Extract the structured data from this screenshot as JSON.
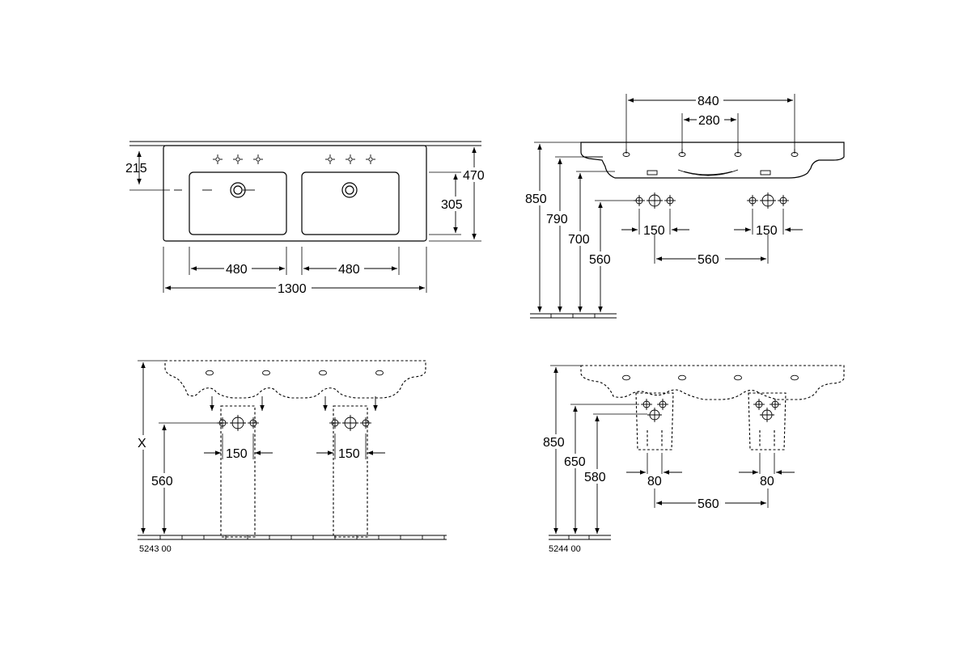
{
  "top_view": {
    "overall_width": "1300",
    "basin_width_left": "480",
    "basin_width_right": "480",
    "depth": "470",
    "inner_depth": "305",
    "tap_offset": "215"
  },
  "side_view": {
    "tap_span": "840",
    "tap_pitch": "280",
    "h_top": "850",
    "h_under": "790",
    "h_bowl": "700",
    "h_trap": "560",
    "trap_pitch_left": "150",
    "trap_pitch_right": "150",
    "trap_spacing": "560"
  },
  "front_5243": {
    "model": "5243 00",
    "height_x": "X",
    "h_trap": "560",
    "trap_pitch_left": "150",
    "trap_pitch_right": "150"
  },
  "front_5244": {
    "model": "5244 00",
    "h_top": "850",
    "h_mid": "650",
    "h_low": "580",
    "pedestal_width_left": "80",
    "pedestal_width_right": "80",
    "trap_spacing": "560"
  }
}
